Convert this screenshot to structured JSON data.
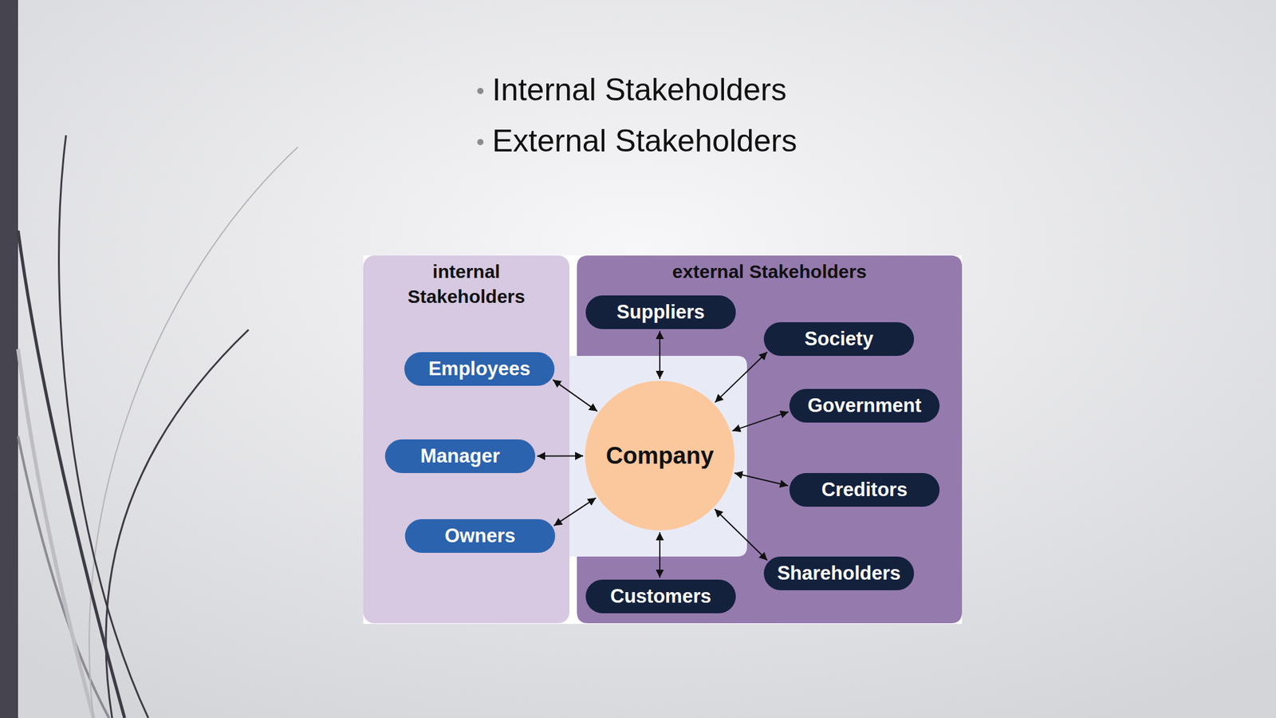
{
  "diagram": {
    "nodes": [
      {
        "text": [
          "internal Stakeholders"
        ]
      },
      {
        "text": [
          "Employees"
        ],
        "in": 0
      },
      {
        "text": [
          "Manager"
        ],
        "in": 0
      },
      {
        "text": [
          "Owners"
        ],
        "in": 0
      },
      {
        "text": [
          "Company"
        ]
      },
      {
        "text": [
          "external Stakeholders"
        ]
      },
      {
        "text": [
          "Suppliers"
        ],
        "in": 5
      },
      {
        "text": [
          "Society"
        ],
        "in": 5
      },
      {
        "text": [
          "Government"
        ],
        "in": 5
      },
      {
        "text": [
          "Creditors"
        ],
        "in": 5
      },
      {
        "text": [
          "Shareholders"
        ],
        "in": 5
      },
      {
        "text": [
          "Customers"
        ],
        "in": 5
      }
    ],
    "edges": [
      {
        "from": 4,
        "to": 1,
        "arrow": "both"
      },
      {
        "from": 4,
        "to": 2,
        "arrow": "both"
      },
      {
        "from": 4,
        "to": 3,
        "arrow": "both"
      },
      {
        "from": 4,
        "to": 6,
        "arrow": "both"
      },
      {
        "from": 4,
        "to": 7,
        "arrow": "both"
      },
      {
        "from": 4,
        "to": 8,
        "arrow": "both"
      },
      {
        "from": 4,
        "to": 9,
        "arrow": "both"
      },
      {
        "from": 4,
        "to": 10,
        "arrow": "both"
      },
      {
        "from": 4,
        "to": 11,
        "arrow": "both"
      }
    ],
    "labels": [
      "Internal Stakeholders",
      "External Stakeholders"
    ]
  }
}
